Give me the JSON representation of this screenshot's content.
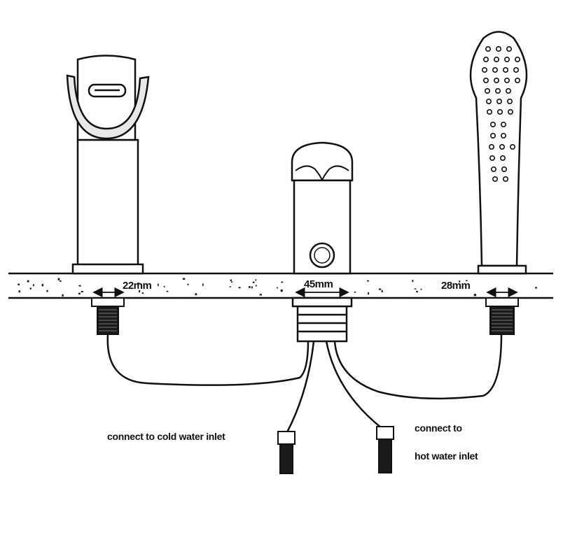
{
  "diagram": {
    "dimensions": {
      "left_hole": "22mm",
      "center_hole": "45mm",
      "right_hole": "28mm"
    },
    "annotations": {
      "cold_inlet": "connect to cold water inlet",
      "hot_inlet_line1": "connect to",
      "hot_inlet_line2": "hot water inlet"
    },
    "colors": {
      "ink": "#111111",
      "background": "#ffffff"
    }
  }
}
